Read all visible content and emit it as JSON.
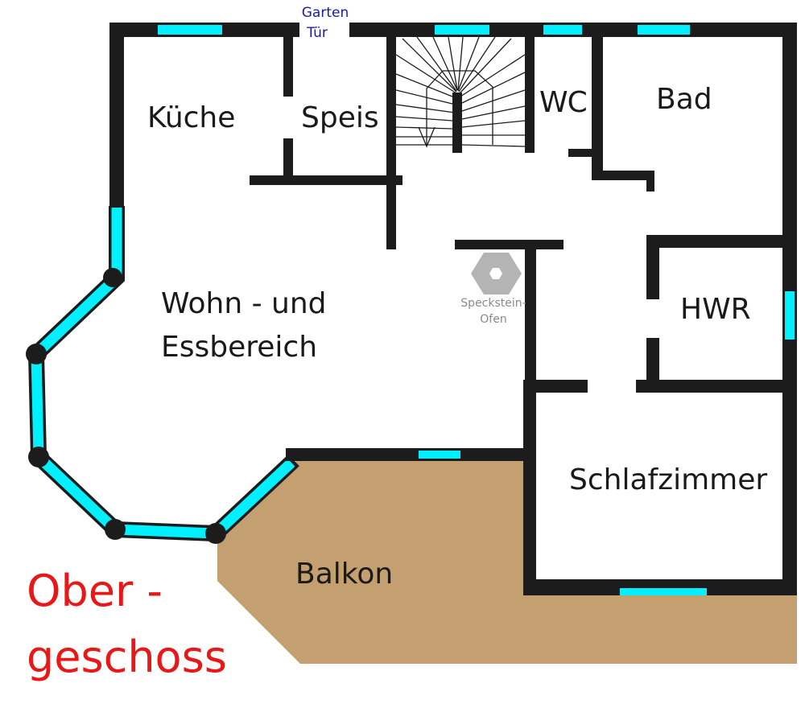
{
  "floor_title": {
    "line1": "Ober -",
    "line2": "geschoss"
  },
  "rooms": {
    "kitchen": "Küche",
    "pantry": "Speis",
    "wc": "WC",
    "bath": "Bad",
    "utility": "HWR",
    "living_line1": "Wohn - und",
    "living_line2": "Essbereich",
    "bedroom": "Schlafzimmer",
    "balcony": "Balkon"
  },
  "garden_door": {
    "line1": "Garten",
    "line2": "Tür"
  },
  "stove": {
    "line1": "Speckstein-",
    "line2": "Ofen"
  },
  "colors": {
    "wall": "#1c1c1c",
    "window": "#00f0ff",
    "balcony": "#c4a070",
    "stove": "#b4b4b4",
    "title": "#e81818",
    "garden_door": "#1a1aa8",
    "stove_label": "#8a8a8a"
  }
}
